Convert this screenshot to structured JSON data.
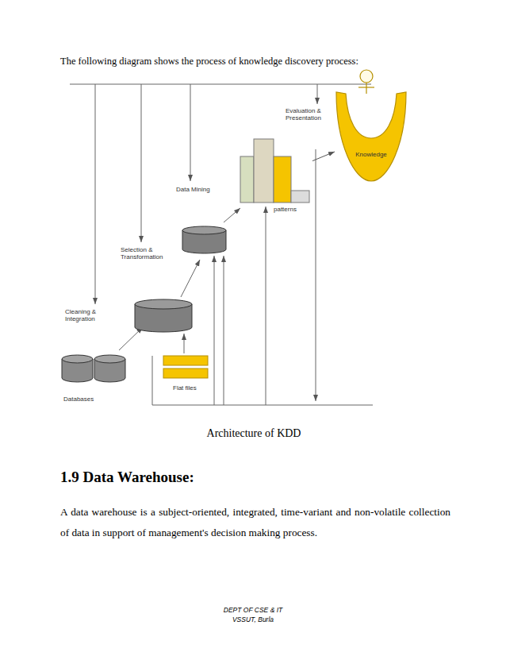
{
  "diagram": {
    "caption": "Architecture of KDD",
    "nodes": [
      {
        "text": [
          "Databases"
        ]
      },
      {
        "text": [
          "Flat files"
        ]
      },
      {
        "text": [
          "patterns"
        ]
      },
      {
        "text": [
          "Knowledge"
        ]
      }
    ],
    "edges": [
      {
        "from": 2,
        "to": 3,
        "arrow": "to"
      }
    ],
    "labels": [
      "The following diagram shows the process of knowledge discovery process:",
      "Cleaning & Integration",
      "Selection & Transformation",
      "Data Mining",
      "Evaluation & Presentation",
      "1.9 Data Warehouse:",
      "A data warehouse is a subject-oriented, integrated, time-variant and non-volatile collection of data in support of management's decision making process.",
      "DEPT OF CSE & IT",
      "VSSUT, Burla"
    ]
  }
}
